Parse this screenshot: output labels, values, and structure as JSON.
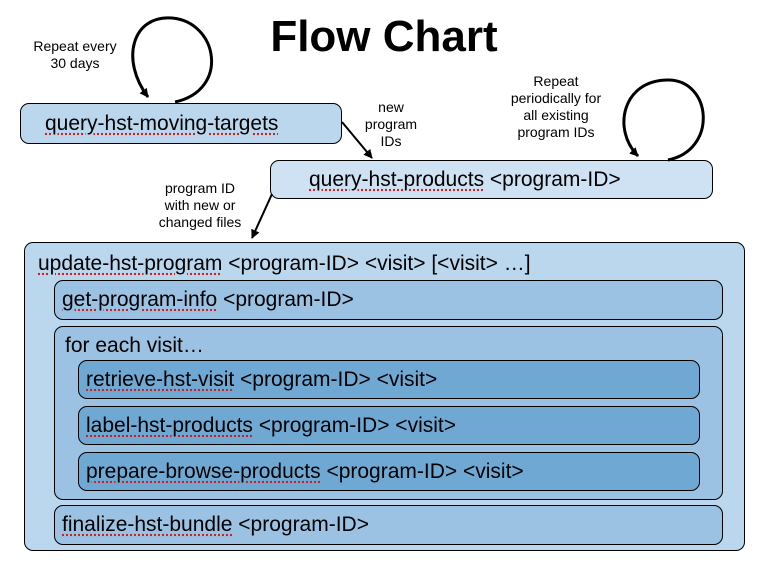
{
  "title": "Flow Chart",
  "notes": {
    "repeat_30": "Repeat every\n30 days",
    "new_ids": "new\nprogram\nIDs",
    "repeat_periodic": "Repeat\nperiodically for\nall existing\nprogram IDs",
    "program_id_changed": "program ID\nwith new or\nchanged files"
  },
  "nodes": {
    "moving_targets": {
      "cmd": "query-hst-moving-targets",
      "args": ""
    },
    "products": {
      "cmd": "query-hst-products",
      "args": " <program-ID>"
    },
    "update": {
      "cmd": "update-hst-program",
      "args": " <program-ID> <visit> [<visit> …]"
    },
    "program_info": {
      "cmd": "get-program-info",
      "args": " <program-ID>"
    },
    "for_each": {
      "label": "for each visit…"
    },
    "retrieve": {
      "cmd": "retrieve-hst-visit",
      "args": " <program-ID> <visit>"
    },
    "label": {
      "cmd": "label-hst-products",
      "args": " <program-ID> <visit>"
    },
    "prepare": {
      "cmd": "prepare-browse-products",
      "args": " <program-ID> <visit>"
    },
    "finalize": {
      "cmd": "finalize-hst-bundle",
      "args": " <program-ID>"
    }
  },
  "colors": {
    "level0": "#cfe2f3",
    "level1": "#bad7ee",
    "level2": "#9bc2e2",
    "level3": "#6fa9d3",
    "spellcheck_underline": "#cc2222"
  }
}
